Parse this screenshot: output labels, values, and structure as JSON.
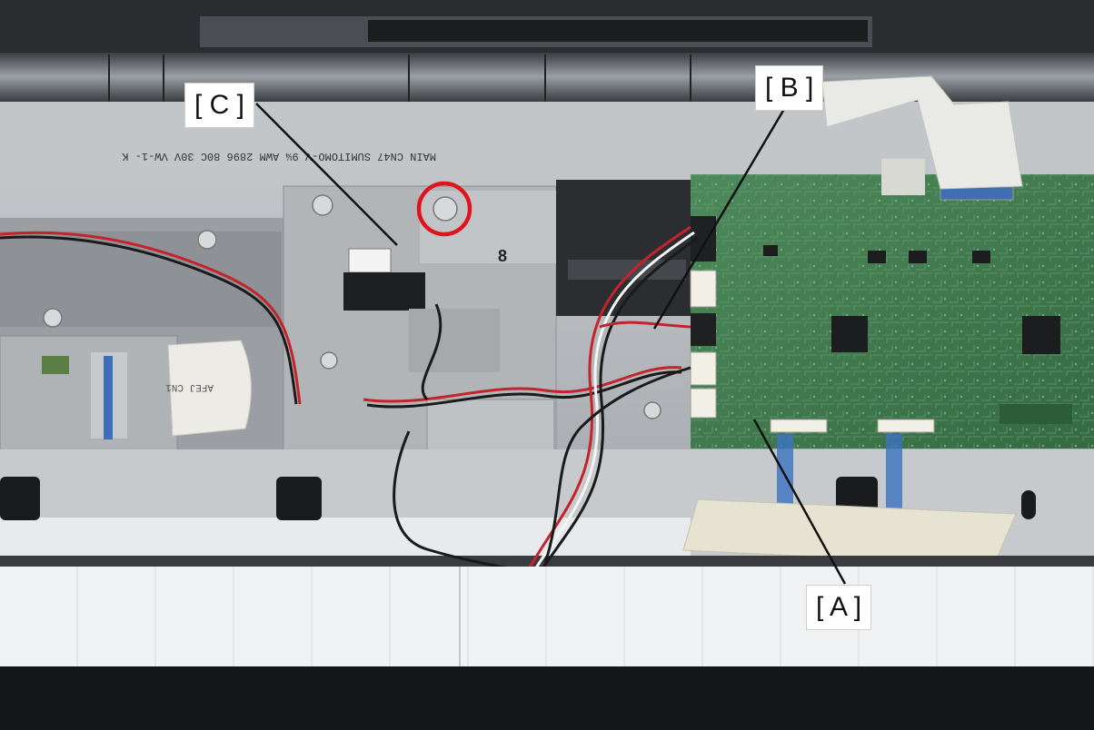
{
  "callouts": {
    "a": "[ A ]",
    "b": "[ B ]",
    "c": "[ C ]"
  },
  "printed_text": {
    "frame_label": "MAIN CN47  SUMITOMO-V 9¼ AWM 2896 80C 30V VW-1-  K",
    "ffc_label": "AFEJ CN1",
    "bracket_mark": "8"
  },
  "colors": {
    "highlight_circle": "#e0141c",
    "leader_line": "#111111",
    "pcb_green": "#3f7a4d",
    "frame_gray": "#b9bcbf"
  }
}
